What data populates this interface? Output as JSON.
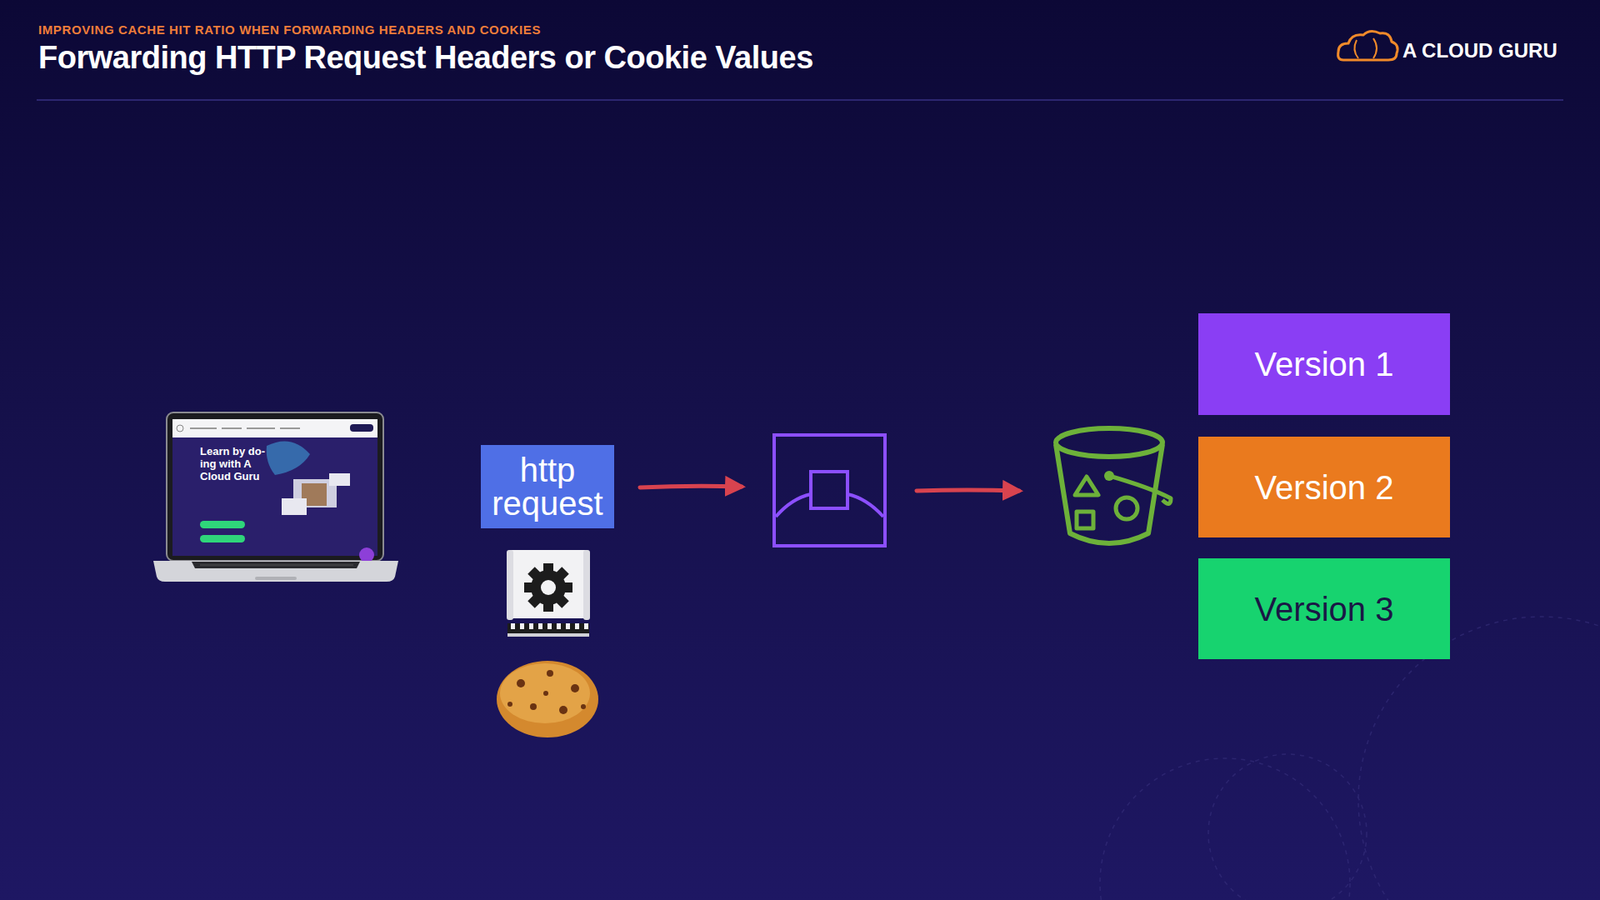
{
  "diagram": {
    "title": "Forwarding HTTP Request Headers or Cookie Values",
    "nodes": [
      {
        "text": [
          "http request"
        ]
      },
      {
        "text": [
          "Version 1"
        ]
      },
      {
        "text": [
          "Version 2"
        ]
      },
      {
        "text": [
          "Version 3"
        ]
      }
    ],
    "labels": [
      "IMPROVING CACHE HIT RATIO WHEN FORWARDING HEADERS AND COOKIES",
      "A CLOUD GURU",
      "Learn by do- ing with A Cloud Guru"
    ]
  }
}
